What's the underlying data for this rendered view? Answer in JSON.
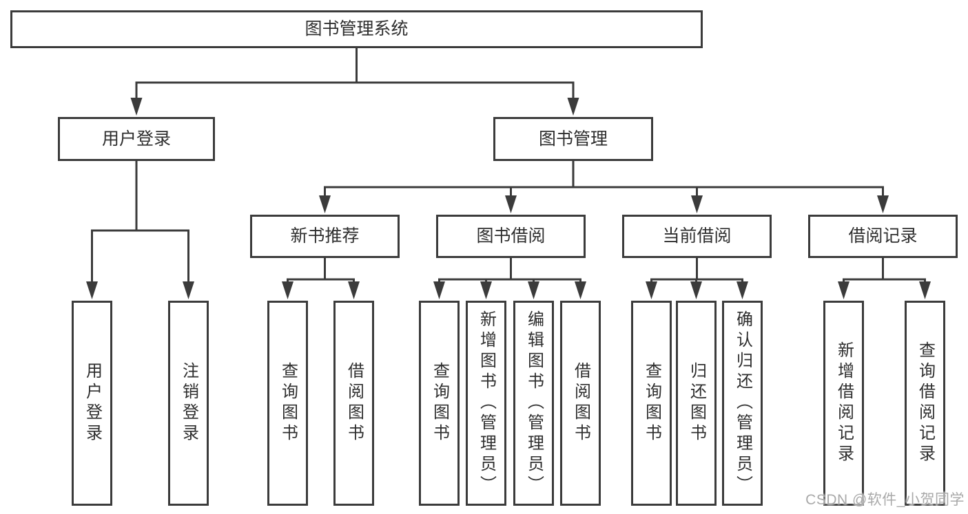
{
  "diagram": {
    "title": "图书管理系统",
    "colors": {
      "line": "#3b3b3b",
      "text": "#2e2e2e",
      "background": "#ffffff",
      "watermark": "#a9a9a9"
    },
    "nodes": [
      {
        "id": "root",
        "label": "图书管理系统",
        "vertical": false
      },
      {
        "id": "user-login",
        "label": "用户登录",
        "vertical": false
      },
      {
        "id": "book-mgmt",
        "label": "图书管理",
        "vertical": false
      },
      {
        "id": "new-book-rec",
        "label": "新书推荐",
        "vertical": false
      },
      {
        "id": "book-borrow",
        "label": "图书借阅",
        "vertical": false
      },
      {
        "id": "current-borrow",
        "label": "当前借阅",
        "vertical": false
      },
      {
        "id": "borrow-records",
        "label": "借阅记录",
        "vertical": false
      },
      {
        "id": "login",
        "label": "用户登录",
        "vertical": true
      },
      {
        "id": "logout",
        "label": "注销登录",
        "vertical": true
      },
      {
        "id": "rec-query-book",
        "label": "查询图书",
        "vertical": true
      },
      {
        "id": "rec-borrow-book",
        "label": "借阅图书",
        "vertical": true
      },
      {
        "id": "bb-query-book",
        "label": "查询图书",
        "vertical": true
      },
      {
        "id": "bb-add-book",
        "label": "新增图书（管理员）",
        "vertical": true
      },
      {
        "id": "bb-edit-book",
        "label": "编辑图书（管理员）",
        "vertical": true
      },
      {
        "id": "bb-borrow-book",
        "label": "借阅图书",
        "vertical": true
      },
      {
        "id": "cb-query-book",
        "label": "查询图书",
        "vertical": true
      },
      {
        "id": "cb-return-book",
        "label": "归还图书",
        "vertical": true
      },
      {
        "id": "cb-confirm-return",
        "label": "确认归还（管理员）",
        "vertical": true
      },
      {
        "id": "br-add-record",
        "label": "新增借阅记录",
        "vertical": true
      },
      {
        "id": "br-query-record",
        "label": "查询借阅记录",
        "vertical": true
      }
    ],
    "edges": [
      {
        "from": "root",
        "to": [
          "user-login",
          "book-mgmt"
        ]
      },
      {
        "from": "user-login",
        "to": [
          "login",
          "logout"
        ]
      },
      {
        "from": "book-mgmt",
        "to": [
          "new-book-rec",
          "book-borrow",
          "current-borrow",
          "borrow-records"
        ]
      },
      {
        "from": "new-book-rec",
        "to": [
          "rec-query-book",
          "rec-borrow-book"
        ]
      },
      {
        "from": "book-borrow",
        "to": [
          "bb-query-book",
          "bb-add-book",
          "bb-edit-book",
          "bb-borrow-book"
        ]
      },
      {
        "from": "current-borrow",
        "to": [
          "cb-query-book",
          "cb-return-book",
          "cb-confirm-return"
        ]
      },
      {
        "from": "borrow-records",
        "to": [
          "br-add-record",
          "br-query-record"
        ]
      }
    ]
  },
  "watermark": {
    "text": "CSDN @软件_小贺同学"
  }
}
